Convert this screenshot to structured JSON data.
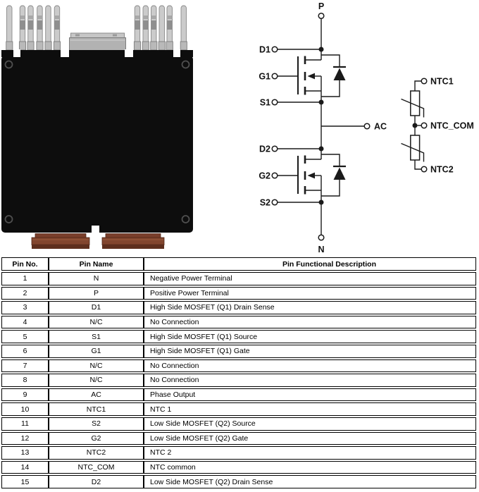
{
  "page": {
    "background": "#ffffff"
  },
  "module_photo": {
    "alt": "Half-bridge power module package: top signal pins, center signal connector, black molded body with four mounting holes, two copper power terminals at bottom",
    "colors": {
      "body": "#0d0d0d",
      "pin": "#cbcbcb",
      "pin_band": "#8f8f8f",
      "connector": "#b2b2b2",
      "terminal": "#7e432d",
      "terminal_shadow": "#5d2e1d"
    }
  },
  "schematic": {
    "line_color": "#1a1a1a",
    "labels": {
      "p": "P",
      "d1": "D1",
      "g1": "G1",
      "s1": "S1",
      "ac": "AC",
      "d2": "D2",
      "g2": "G2",
      "s2": "S2",
      "n": "N",
      "ntc1": "NTC1",
      "ntc_com": "NTC_COM",
      "ntc2": "NTC2"
    }
  },
  "pin_table": {
    "headers": [
      "Pin No.",
      "Pin Name",
      "Pin Functional Description"
    ],
    "rows": [
      {
        "no": "1",
        "name": "N",
        "desc": "Negative Power Terminal"
      },
      {
        "no": "2",
        "name": "P",
        "desc": "Positive Power Terminal"
      },
      {
        "no": "3",
        "name": "D1",
        "desc": "High Side MOSFET (Q1) Drain Sense"
      },
      {
        "no": "4",
        "name": "N/C",
        "desc": "No Connection"
      },
      {
        "no": "5",
        "name": "S1",
        "desc": "High Side MOSFET (Q1) Source"
      },
      {
        "no": "6",
        "name": "G1",
        "desc": "High Side MOSFET (Q1) Gate"
      },
      {
        "no": "7",
        "name": "N/C",
        "desc": "No Connection"
      },
      {
        "no": "8",
        "name": "N/C",
        "desc": "No Connection"
      },
      {
        "no": "9",
        "name": "AC",
        "desc": "Phase Output"
      },
      {
        "no": "10",
        "name": "NTC1",
        "desc": "NTC 1"
      },
      {
        "no": "11",
        "name": "S2",
        "desc": "Low Side MOSFET (Q2) Source"
      },
      {
        "no": "12",
        "name": "G2",
        "desc": "Low Side MOSFET (Q2) Gate"
      },
      {
        "no": "13",
        "name": "NTC2",
        "desc": "NTC 2"
      },
      {
        "no": "14",
        "name": "NTC_COM",
        "desc": "NTC common"
      },
      {
        "no": "15",
        "name": "D2",
        "desc": "Low Side MOSFET (Q2) Drain Sense"
      }
    ]
  }
}
